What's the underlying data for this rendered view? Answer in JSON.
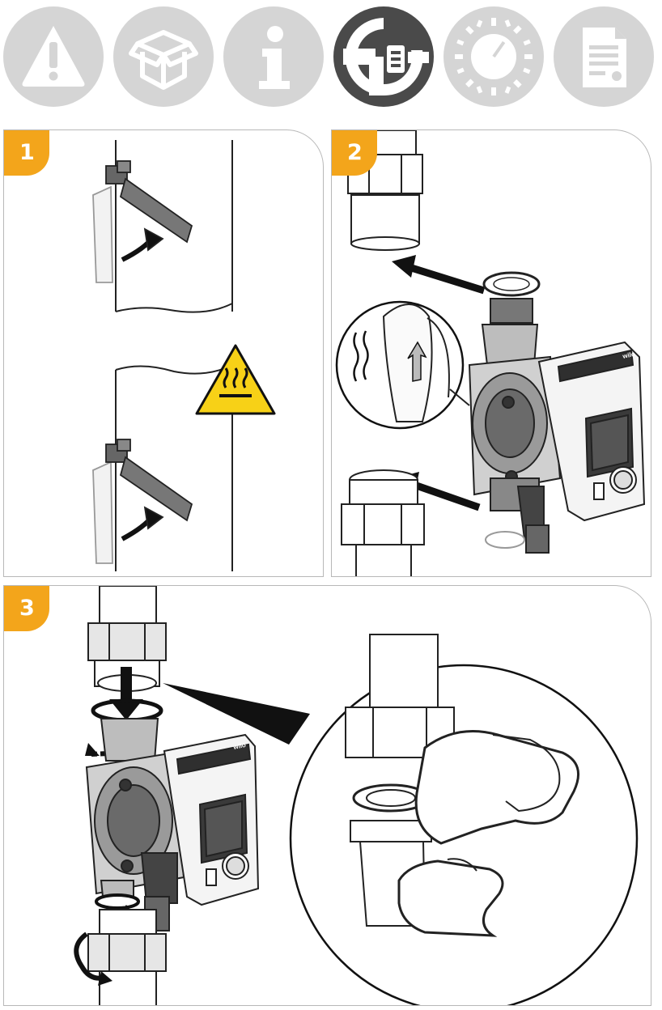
{
  "nav": {
    "icons": [
      {
        "name": "warning-icon",
        "state": "inactive"
      },
      {
        "name": "package-icon",
        "state": "inactive"
      },
      {
        "name": "info-icon",
        "state": "inactive"
      },
      {
        "name": "installation-icon",
        "state": "active"
      },
      {
        "name": "settings-dial-icon",
        "state": "inactive"
      },
      {
        "name": "document-icon",
        "state": "inactive"
      }
    ],
    "active_color": "#4a4a4a",
    "inactive_color": "#d5d5d5"
  },
  "steps": [
    {
      "number": "1"
    },
    {
      "number": "2"
    },
    {
      "number": "3",
      "brand": "wilo"
    }
  ],
  "accent_color": "#f3a51b",
  "hazard_color": "#f7d117"
}
